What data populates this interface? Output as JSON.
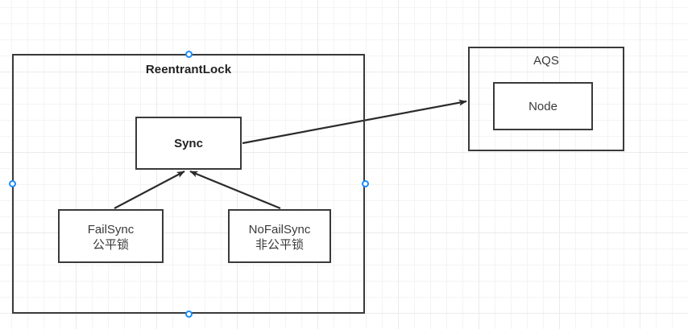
{
  "diagram": {
    "title": "ReentrantLock / AQS class relationship diagram",
    "background": "#ffffff",
    "grid_color": "#ebebeb",
    "stroke_color": "#3a3a3a",
    "text_color": "#3a3a3a",
    "bold_text_color": "#222222",
    "handle_color": "#1a8cff",
    "nodes": {
      "reentrantlock": {
        "label": "ReentrantLock"
      },
      "sync": {
        "label": "Sync"
      },
      "failsync": {
        "label": "FailSync\n公平锁"
      },
      "nofailsync": {
        "label": "NoFailSync\n非公平锁"
      },
      "aqs": {
        "label": "AQS"
      },
      "node": {
        "label": "Node"
      }
    },
    "edges": [
      {
        "name": "sync-to-aqs",
        "from": "sync",
        "to": "aqs",
        "arrow": "filled-triangle"
      },
      {
        "name": "failsync-to-sync",
        "from": "failsync",
        "to": "sync",
        "arrow": "filled-triangle"
      },
      {
        "name": "nofailsync-to-sync",
        "from": "nofailsync",
        "to": "sync",
        "arrow": "filled-triangle"
      }
    ],
    "selection_handles": [
      {
        "name": "handle-left"
      },
      {
        "name": "handle-right"
      },
      {
        "name": "handle-top"
      },
      {
        "name": "handle-bottom"
      }
    ]
  }
}
